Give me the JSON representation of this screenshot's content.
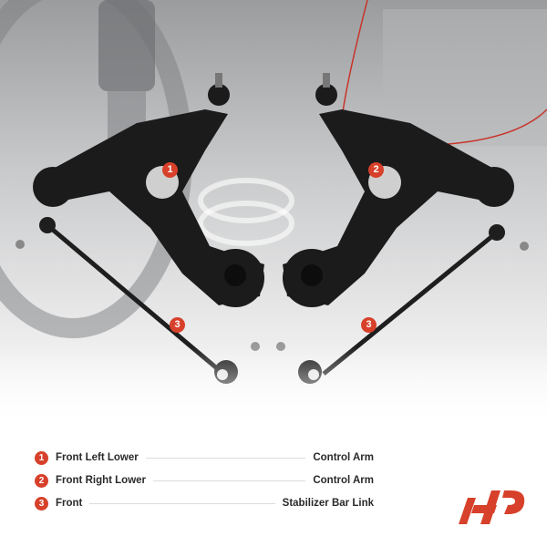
{
  "product_image": {
    "description": "Front lower control arms and stabilizer bar links over grayscale suspension background",
    "callouts": [
      {
        "number": "1",
        "part": "control-arm-left"
      },
      {
        "number": "2",
        "part": "control-arm-right"
      },
      {
        "number": "3",
        "part": "stabilizer-link-left"
      },
      {
        "number": "3",
        "part": "stabilizer-link-right"
      }
    ]
  },
  "legend": {
    "items": [
      {
        "number": "1",
        "position": "Front Left Lower",
        "part": "Control Arm"
      },
      {
        "number": "2",
        "position": "Front Right Lower",
        "part": "Control Arm"
      },
      {
        "number": "3",
        "position": "Front",
        "part": "Stabilizer Bar Link"
      }
    ]
  },
  "colors": {
    "accent": "#d7402a",
    "text": "#2a2a2a",
    "part": "#1a1a1a"
  },
  "brand": {
    "logo": "a-premium-logo"
  }
}
